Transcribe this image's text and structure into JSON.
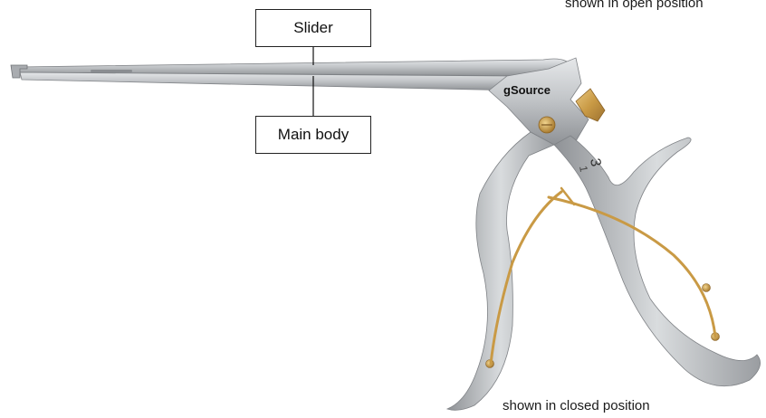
{
  "labels": {
    "slider": "Slider",
    "main_body": "Main body"
  },
  "captions": {
    "open_position": "shown in open position",
    "closed_position": "shown in closed position"
  },
  "brand": "gSource",
  "handle_marking": "3",
  "colors": {
    "steel": "#b9bcbf",
    "steel_dark": "#8d9094",
    "gold": "#c99a45",
    "gold_light": "#e0b86a",
    "callout_border": "#222222"
  }
}
